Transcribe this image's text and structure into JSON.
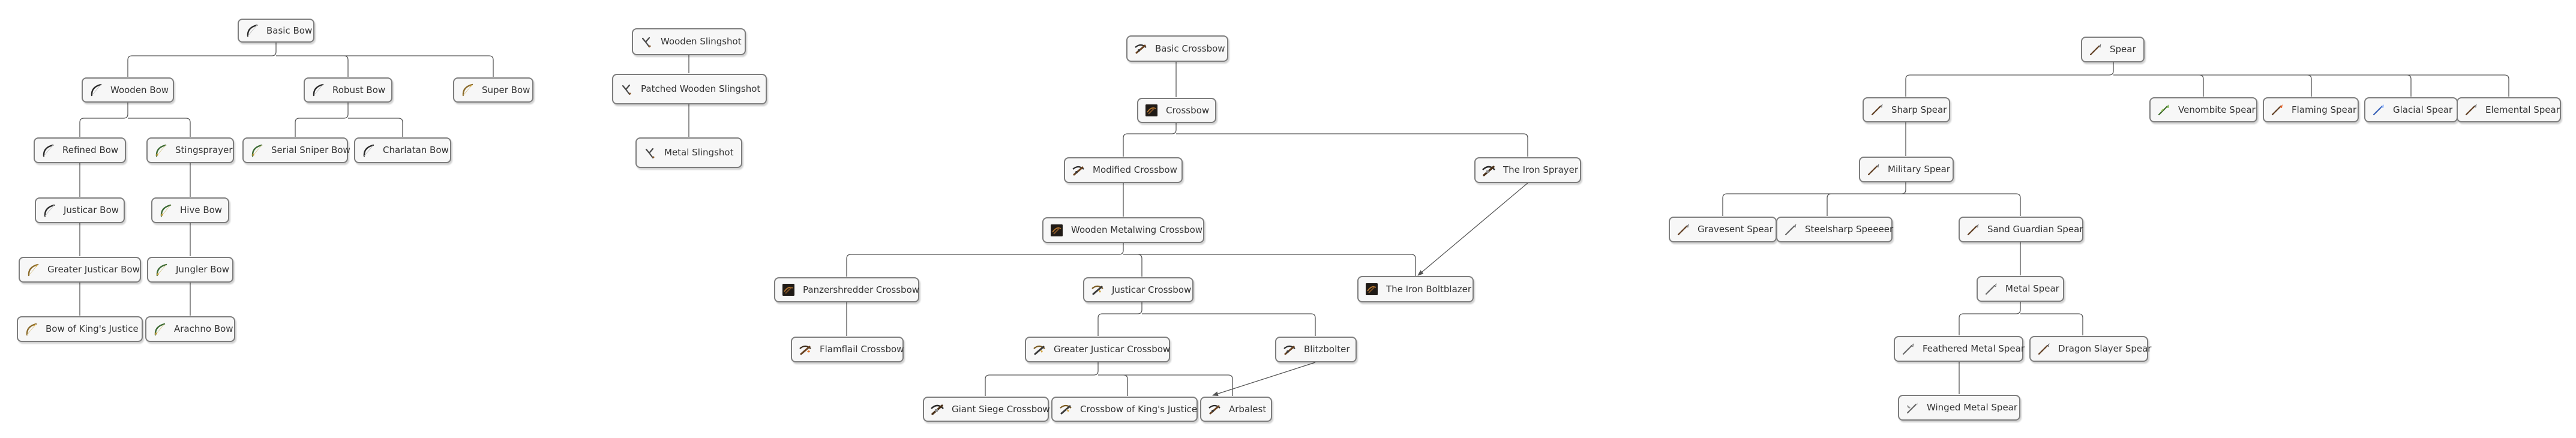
{
  "trees": {
    "bow": {
      "basic_bow": "Basic Bow",
      "wooden_bow": "Wooden Bow",
      "robust_bow": "Robust Bow",
      "super_bow": "Super Bow",
      "refined_bow": "Refined Bow",
      "stingsprayer": "Stingsprayer",
      "serial_sniper_bow": "Serial Sniper Bow",
      "charlatan_bow": "Charlatan Bow",
      "justicar_bow": "Justicar Bow",
      "hive_bow": "Hive Bow",
      "greater_justicar_bow": "Greater Justicar Bow",
      "jungler_bow": "Jungler Bow",
      "bow_of_kings_justice": "Bow of King's Justice",
      "arachno_bow": "Arachno Bow"
    },
    "slingshot": {
      "wooden_slingshot": "Wooden Slingshot",
      "patched_wooden_slingshot": "Patched Wooden Slingshot",
      "metal_slingshot": "Metal Slingshot"
    },
    "crossbow": {
      "basic_crossbow": "Basic Crossbow",
      "crossbow": "Crossbow",
      "modified_crossbow": "Modified Crossbow",
      "the_iron_sprayer": "The Iron Sprayer",
      "wooden_metalwing_crossbow": "Wooden Metalwing Crossbow",
      "panzershredder_crossbow": "Panzershredder Crossbow",
      "justicar_crossbow": "Justicar Crossbow",
      "the_iron_boltblazer": "The Iron Boltblazer",
      "flamflail_crossbow": "Flamflail Crossbow",
      "greater_justicar_crossbow": "Greater Justicar Crossbow",
      "blitzbolter": "Blitzbolter",
      "giant_siege_crossbow": "Giant Siege Crossbow",
      "crossbow_of_kings_justice": "Crossbow of King's Justice",
      "arbalest": "Arbalest"
    },
    "spear": {
      "spear": "Spear",
      "sharp_spear": "Sharp Spear",
      "venombite_spear": "Venombite Spear",
      "flaming_spear": "Flaming Spear",
      "glacial_spear": "Glacial Spear",
      "elemental_spear": "Elemental Spear",
      "military_spear": "Military Spear",
      "gravesent_spear": "Gravesent Spear",
      "steelsharp_speeeer": "Steelsharp Speeeer",
      "sand_guardian_spear": "Sand Guardian Spear",
      "metal_spear": "Metal Spear",
      "feathered_metal_spear": "Feathered Metal Spear",
      "dragon_slayer_spear": "Dragon Slayer Spear",
      "winged_metal_spear": "Winged Metal Spear"
    }
  },
  "colors": {
    "node_fill": "#f7f7f7",
    "node_border": "#7d7d7d",
    "edge": "#555555",
    "text": "#333333"
  }
}
